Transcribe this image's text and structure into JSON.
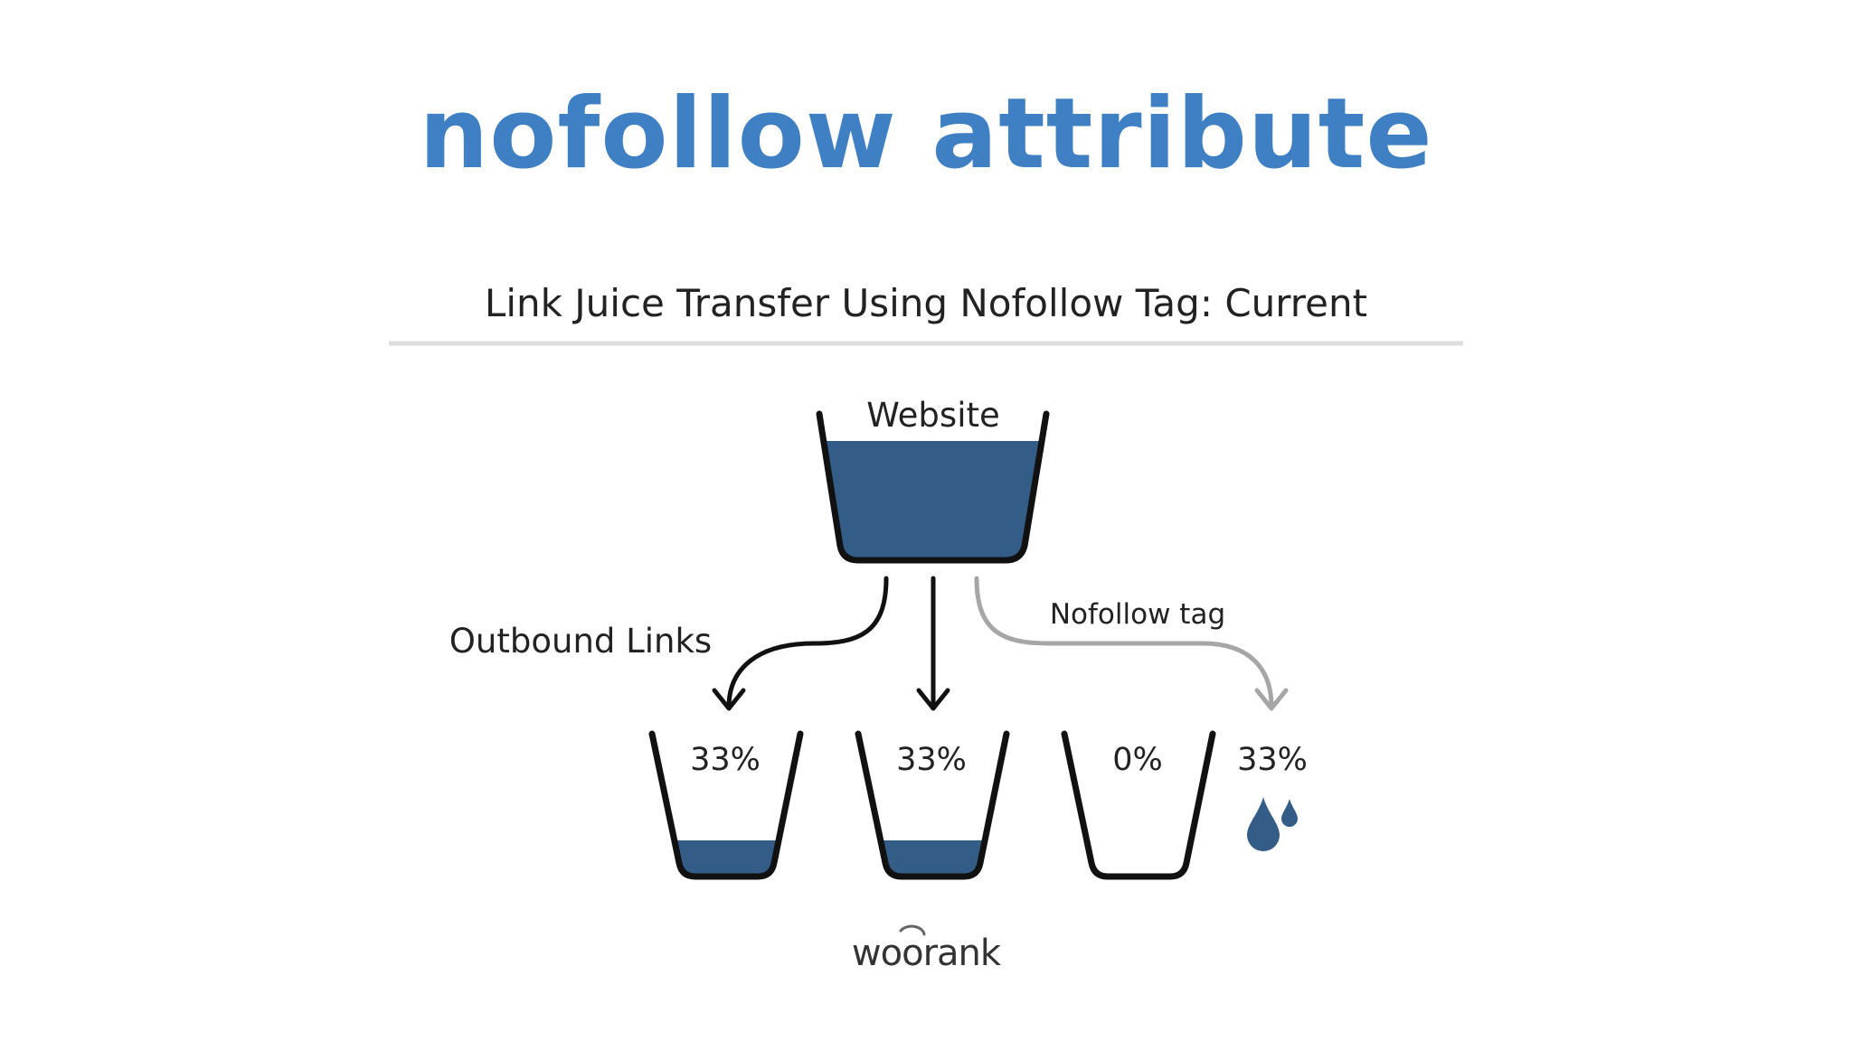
{
  "header": {
    "title": "nofollow attribute"
  },
  "diagram": {
    "subtitle": "Link Juice Transfer Using Nofollow Tag: Current",
    "source_label": "Website",
    "outbound_label": "Outbound Links",
    "nofollow_label": "Nofollow tag",
    "buckets": [
      {
        "percent_label": "33%",
        "fill_fraction": 0.26
      },
      {
        "percent_label": "33%",
        "fill_fraction": 0.26
      },
      {
        "percent_label": "0%",
        "fill_fraction": 0.0
      }
    ],
    "lost_label": "33%",
    "logo": "woorank",
    "colors": {
      "water": "#335d87",
      "outline": "#111111",
      "nofollow_arrow": "#a6a6a6",
      "title": "#3e80c3"
    }
  }
}
